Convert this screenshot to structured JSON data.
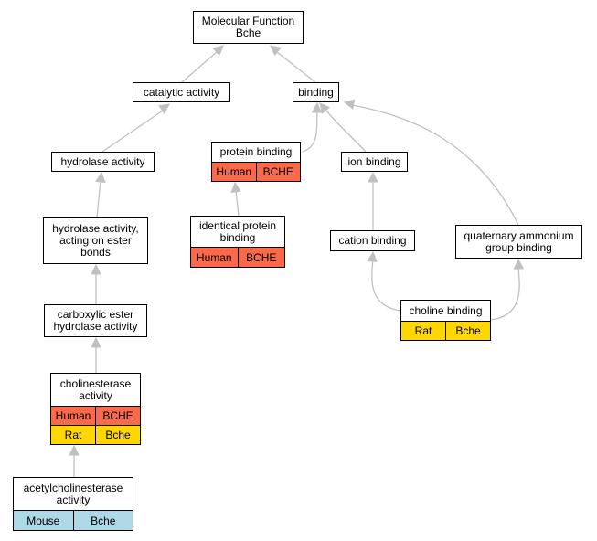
{
  "colors": {
    "human": "#f9694a",
    "rat": "#ffd700",
    "mouse": "#add8e6",
    "edge": "#c0c0c0"
  },
  "nodes": {
    "molecular_function": {
      "label": "Molecular Function\nBche"
    },
    "catalytic_activity": {
      "label": "catalytic activity"
    },
    "binding": {
      "label": "binding"
    },
    "hydrolase_activity": {
      "label": "hydrolase activity"
    },
    "protein_binding": {
      "label": "protein binding",
      "rows": [
        {
          "species": "Human",
          "gene": "BCHE"
        }
      ]
    },
    "ion_binding": {
      "label": "ion binding"
    },
    "hydrolase_ester": {
      "label": "hydrolase activity,\nacting on ester\nbonds"
    },
    "identical_protein_binding": {
      "label": "identical protein\nbinding",
      "rows": [
        {
          "species": "Human",
          "gene": "BCHE"
        }
      ]
    },
    "cation_binding": {
      "label": "cation binding"
    },
    "quaternary_ammonium": {
      "label": "quaternary ammonium\ngroup binding"
    },
    "carboxylic_ester": {
      "label": "carboxylic ester\nhydrolase activity"
    },
    "choline_binding": {
      "label": "choline binding",
      "rows": [
        {
          "species": "Rat",
          "gene": "Bche"
        }
      ]
    },
    "cholinesterase": {
      "label": "cholinesterase\nactivity",
      "rows": [
        {
          "species": "Human",
          "gene": "BCHE"
        },
        {
          "species": "Rat",
          "gene": "Bche"
        }
      ]
    },
    "acetylcholinesterase": {
      "label": "acetylcholinesterase\nactivity",
      "rows": [
        {
          "species": "Mouse",
          "gene": "Bche"
        }
      ]
    }
  },
  "edges": [
    {
      "from": "catalytic_activity",
      "to": "molecular_function"
    },
    {
      "from": "binding",
      "to": "molecular_function"
    },
    {
      "from": "hydrolase_activity",
      "to": "catalytic_activity"
    },
    {
      "from": "protein_binding",
      "to": "binding"
    },
    {
      "from": "ion_binding",
      "to": "binding"
    },
    {
      "from": "quaternary_ammonium",
      "to": "binding"
    },
    {
      "from": "hydrolase_ester",
      "to": "hydrolase_activity"
    },
    {
      "from": "identical_protein_binding",
      "to": "protein_binding"
    },
    {
      "from": "cation_binding",
      "to": "ion_binding"
    },
    {
      "from": "carboxylic_ester",
      "to": "hydrolase_ester"
    },
    {
      "from": "choline_binding",
      "to": "cation_binding"
    },
    {
      "from": "choline_binding",
      "to": "quaternary_ammonium"
    },
    {
      "from": "cholinesterase",
      "to": "carboxylic_ester"
    },
    {
      "from": "acetylcholinesterase",
      "to": "cholinesterase"
    }
  ]
}
